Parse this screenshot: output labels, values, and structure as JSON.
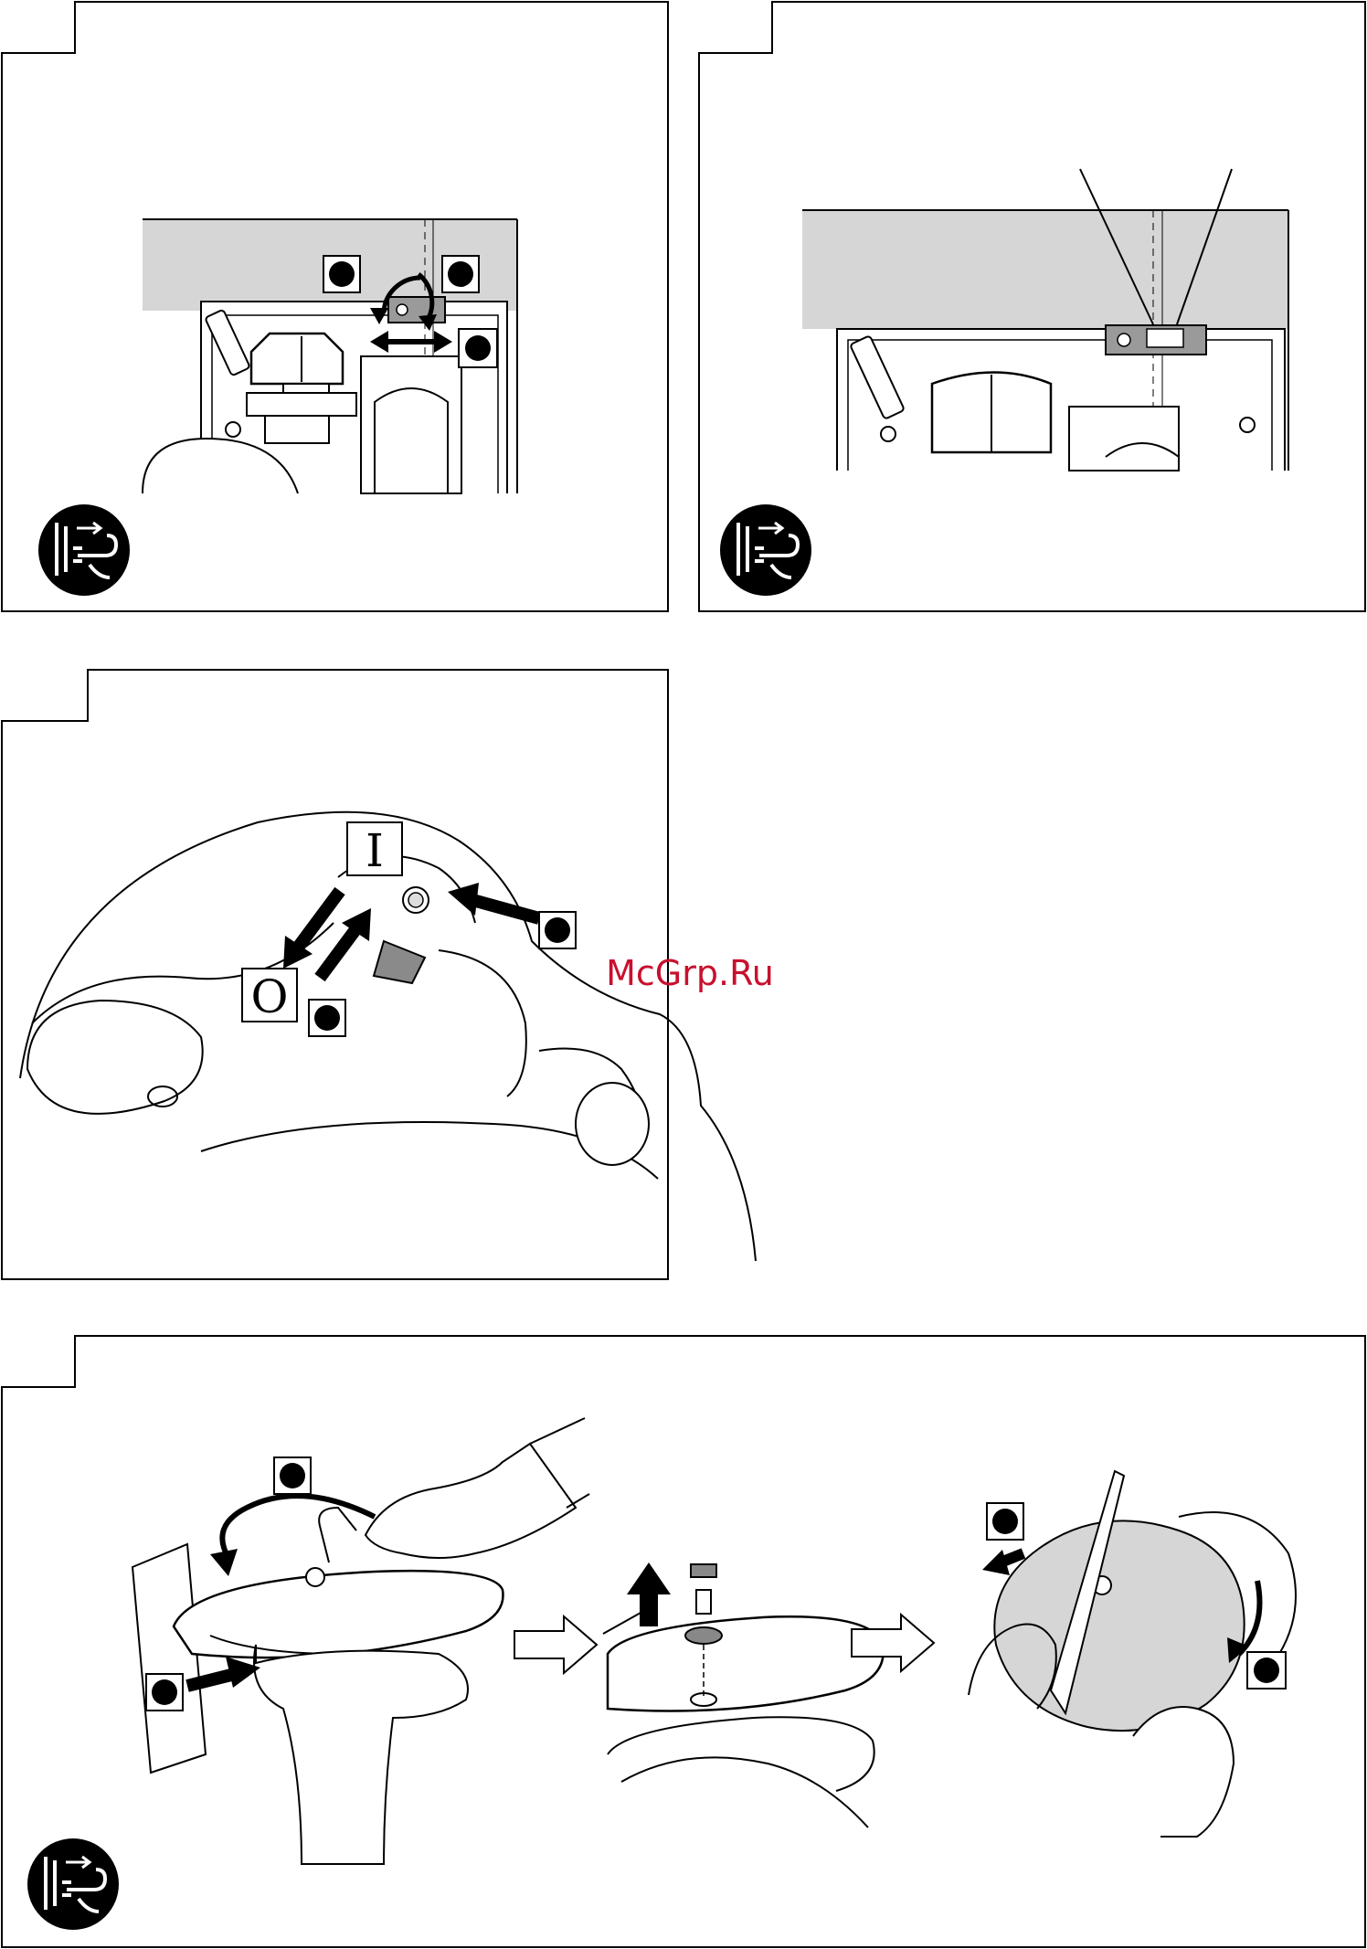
{
  "switch_labels": {
    "on": "I",
    "off": "O"
  },
  "watermark": {
    "text": "McGrp.Ru",
    "color": "#c8102e"
  },
  "icons": {
    "unplug": "unplug-before-service-icon"
  },
  "colors": {
    "ink": "#000000",
    "panel_gray": "#d6d6d6",
    "paper": "#ffffff"
  }
}
